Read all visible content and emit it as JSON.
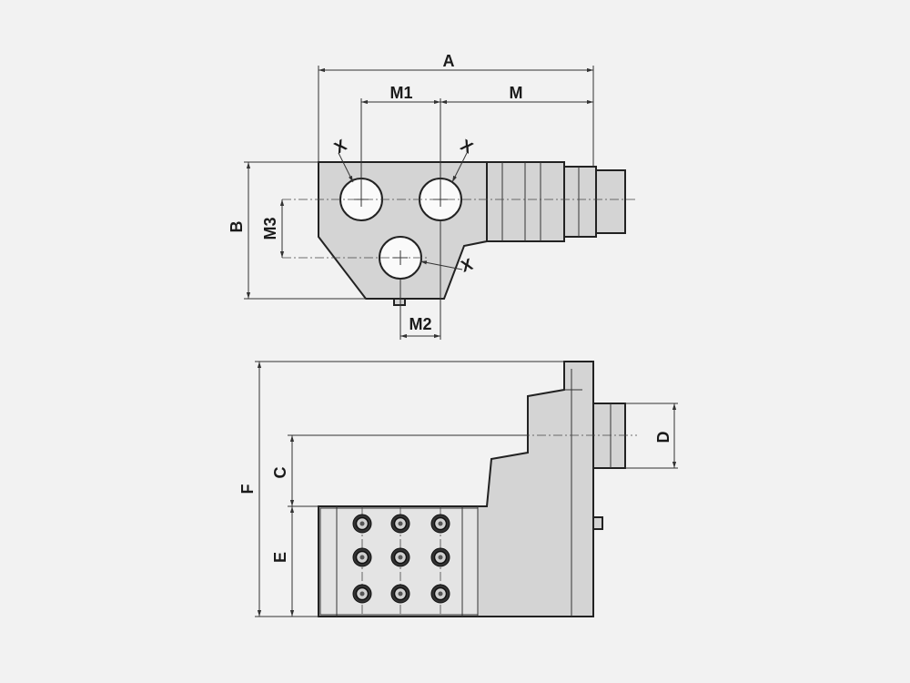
{
  "diagram": {
    "top_view": {
      "dimensions": {
        "A": "A",
        "M1": "M1",
        "M": "M",
        "B": "B",
        "M3": "M3",
        "M2": "M2"
      },
      "hole_marks": [
        "X",
        "X",
        "X"
      ]
    },
    "side_view": {
      "dimensions": {
        "F": "F",
        "C": "C",
        "E": "E",
        "D": "D"
      },
      "bolt_grid": {
        "rows": 3,
        "cols": 3
      }
    },
    "colors": {
      "background": "#f2f2f2",
      "body": "#d4d4d4",
      "line": "#222222"
    }
  }
}
